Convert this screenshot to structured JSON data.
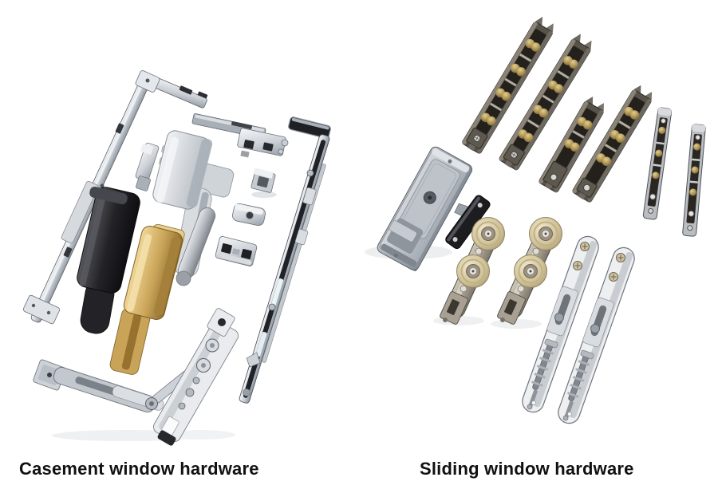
{
  "page": {
    "background": "#ffffff",
    "caption_color": "#111111"
  },
  "figures": [
    {
      "id": "casement",
      "caption": "Casement window hardware",
      "parts": [
        "corner-drive",
        "espagnolette-bar",
        "window-handle-silver",
        "window-handle-black",
        "window-handle-gold",
        "cylinder-rod",
        "striker-plate",
        "keeper-block",
        "keeper-oval",
        "keeper-plate",
        "connecting-rod",
        "corner-hinge-stay"
      ],
      "handle_count": 3,
      "handle_colors": [
        "silver",
        "black",
        "gold"
      ]
    },
    {
      "id": "sliding",
      "caption": "Sliding window hardware",
      "parts": [
        "roller-track",
        "sliding-door-lock",
        "latch-striker",
        "tandem-nylon-roller",
        "flush-bolt"
      ],
      "roller_track_count": 6,
      "tandem_roller_count": 2,
      "flush_bolt_count": 2,
      "lock_count": 1
    }
  ],
  "palette": {
    "chrome_light": "#eef0f3",
    "chrome_mid": "#c6cbd1",
    "chrome_dark": "#878e96",
    "edge_dark": "#3f434a",
    "black_part": "#1d1d20",
    "gold": "#c9a458",
    "brass_roller": "#ae9455",
    "nylon_wheel": "#cfc093",
    "track_metal": "#57534b",
    "champagne_plate": "#a8a193",
    "lock_gray": "#9ba1a9"
  }
}
